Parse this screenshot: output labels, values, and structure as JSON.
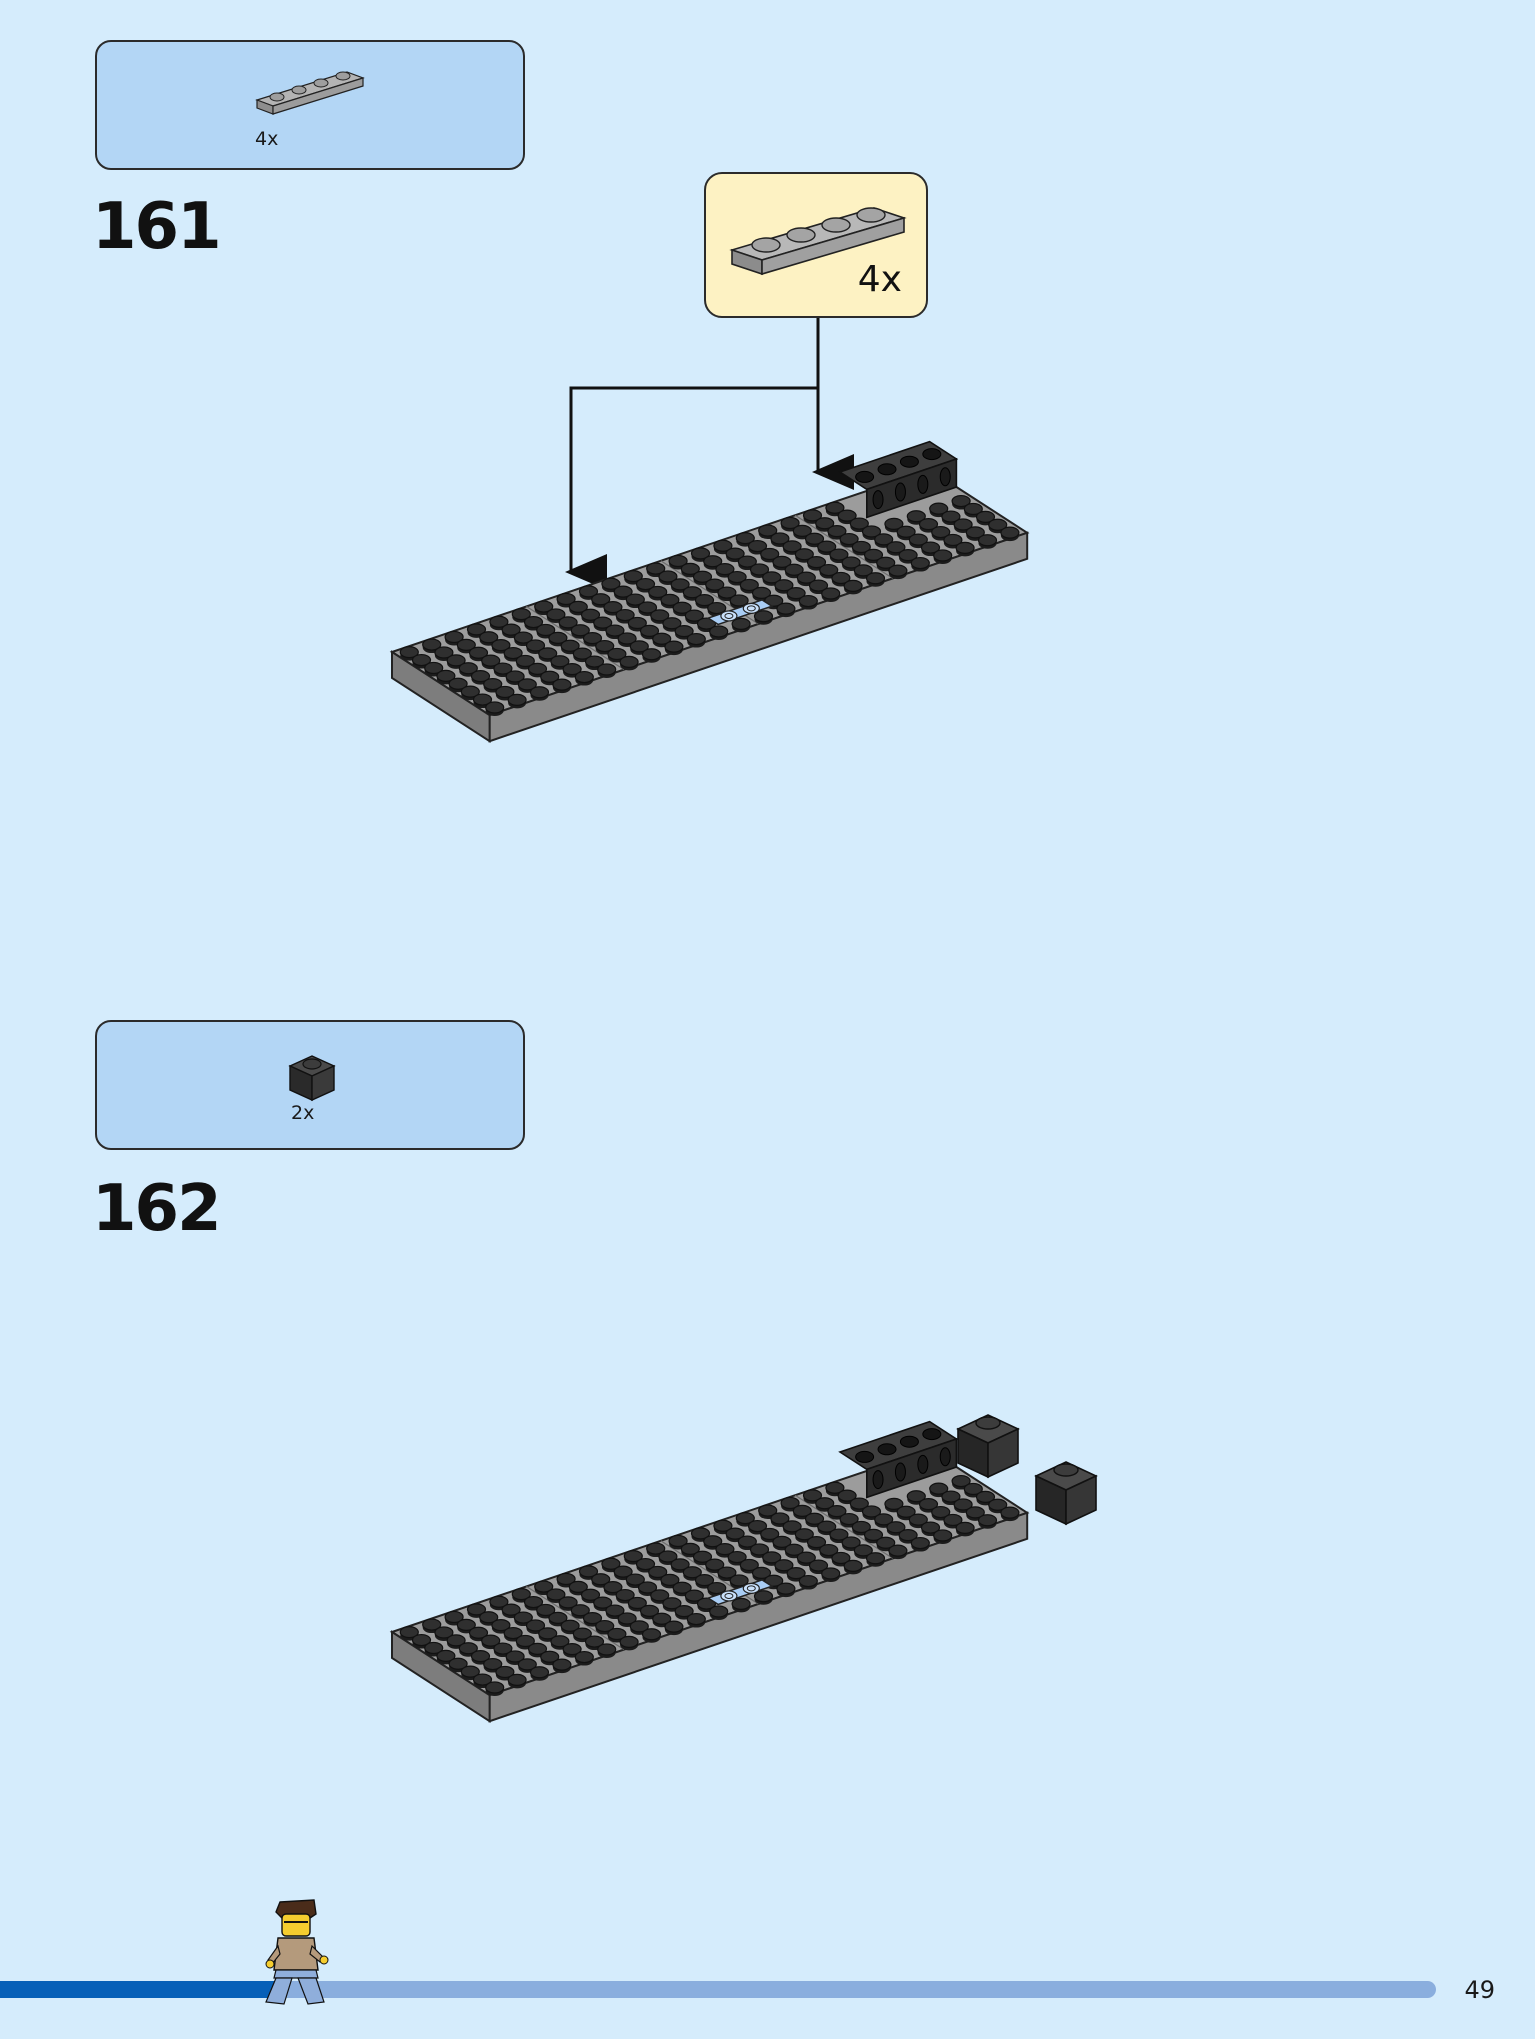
{
  "steps": [
    {
      "number": "161",
      "parts_count": "4x",
      "callout_count": "4x",
      "part_color": "#a8a8a8"
    },
    {
      "number": "162",
      "parts_count": "2x",
      "part_color": "#3a3a3a"
    }
  ],
  "page": {
    "number": "49",
    "progress": 0.2
  },
  "colors": {
    "background": "#d5ecfc",
    "parts_box": "#b3d6f5",
    "callout_box": "#fdf2c3",
    "baseplate": "#9c9c9c",
    "stud": "#2f2f2f",
    "accent_plate": "#a9cdf5",
    "progress_fill": "#0760b8",
    "progress_track": "#8aaede"
  },
  "icons": [
    "plate-1x4-icon",
    "brick-1x1-icon",
    "minifigure-icon",
    "arrow-icon"
  ]
}
